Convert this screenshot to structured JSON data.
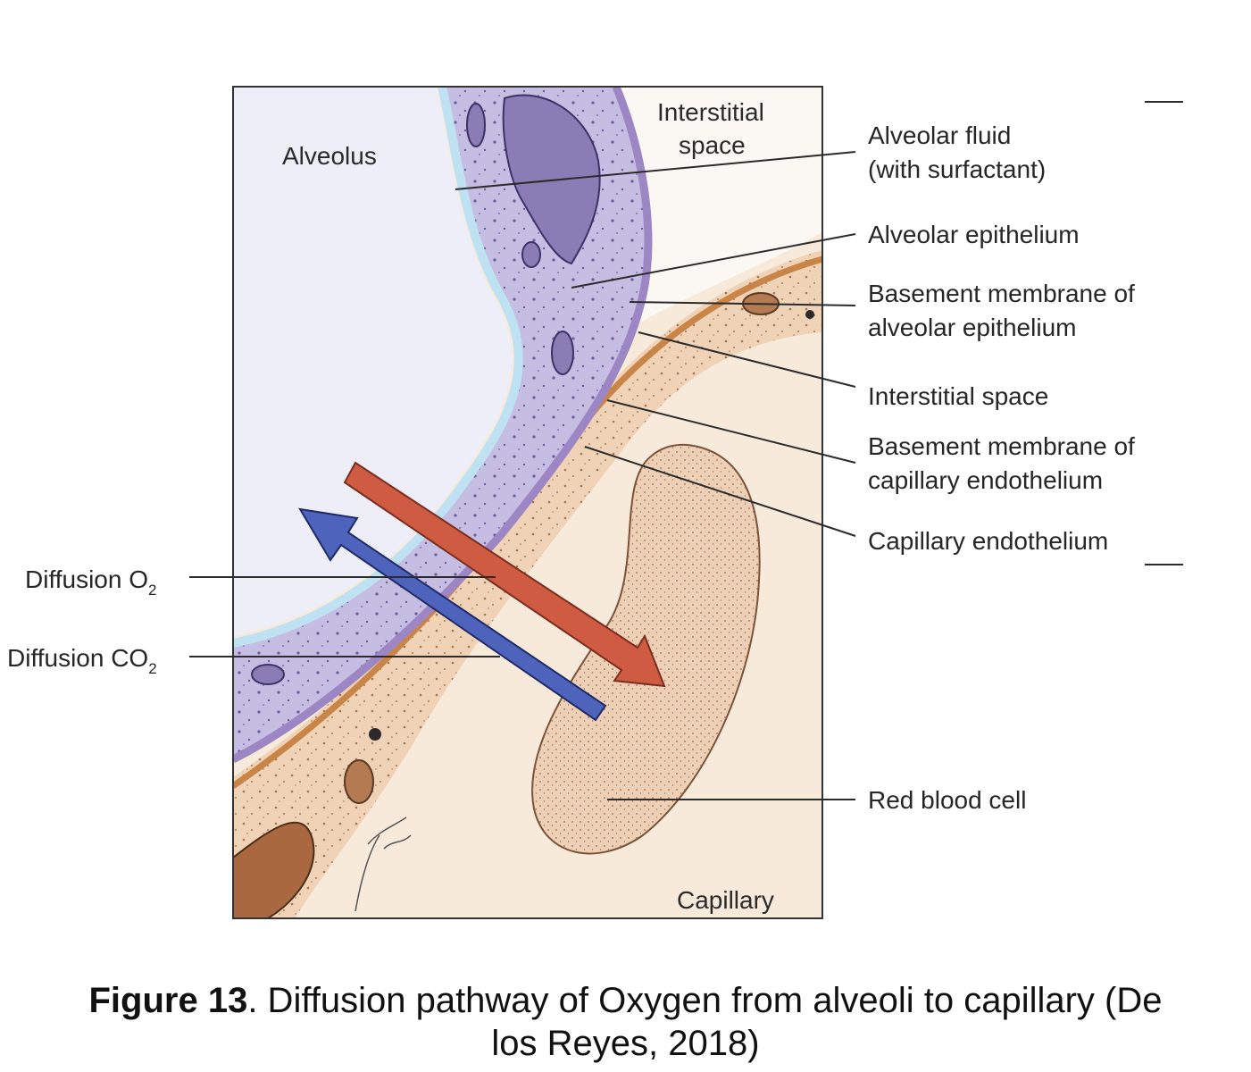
{
  "regions": {
    "alveolus": "Alveolus",
    "interstitial_top_1": "Interstitial",
    "interstitial_top_2": "space",
    "capillary": "Capillary"
  },
  "labels": {
    "alveolar_fluid_1": "Alveolar fluid",
    "alveolar_fluid_2": "(with surfactant)",
    "alveolar_epithelium": "Alveolar epithelium",
    "basement_alv_1": "Basement membrane of",
    "basement_alv_2": "alveolar epithelium",
    "interstitial_space": "Interstitial space",
    "basement_cap_1": "Basement membrane of",
    "basement_cap_2": "capillary endothelium",
    "capillary_endothelium": "Capillary endothelium",
    "red_blood_cell": "Red blood cell",
    "diffusion_o2": "Diffusion O",
    "diffusion_o2_sub": "2",
    "diffusion_co2": "Diffusion CO",
    "diffusion_co2_sub": "2"
  },
  "caption": {
    "figure_label": "Figure 13",
    "line1": ". Diffusion pathway of Oxygen from alveoli to capillary (De",
    "line2": "los Reyes, 2018)"
  },
  "colors": {
    "alveolus": "#eeeef8",
    "epithelium": "#c6bde2",
    "fluid": "#bfe2f2",
    "basement": "#9d86c4",
    "interstitium": "#fbf8f4",
    "endothelium": "#f0d2b6",
    "endothelium_edge": "#c98447",
    "capillary": "#f7eadb",
    "rbc": "#eed0b6",
    "arrow_o2": "#cf5c42",
    "arrow_co2": "#4e63bb"
  }
}
